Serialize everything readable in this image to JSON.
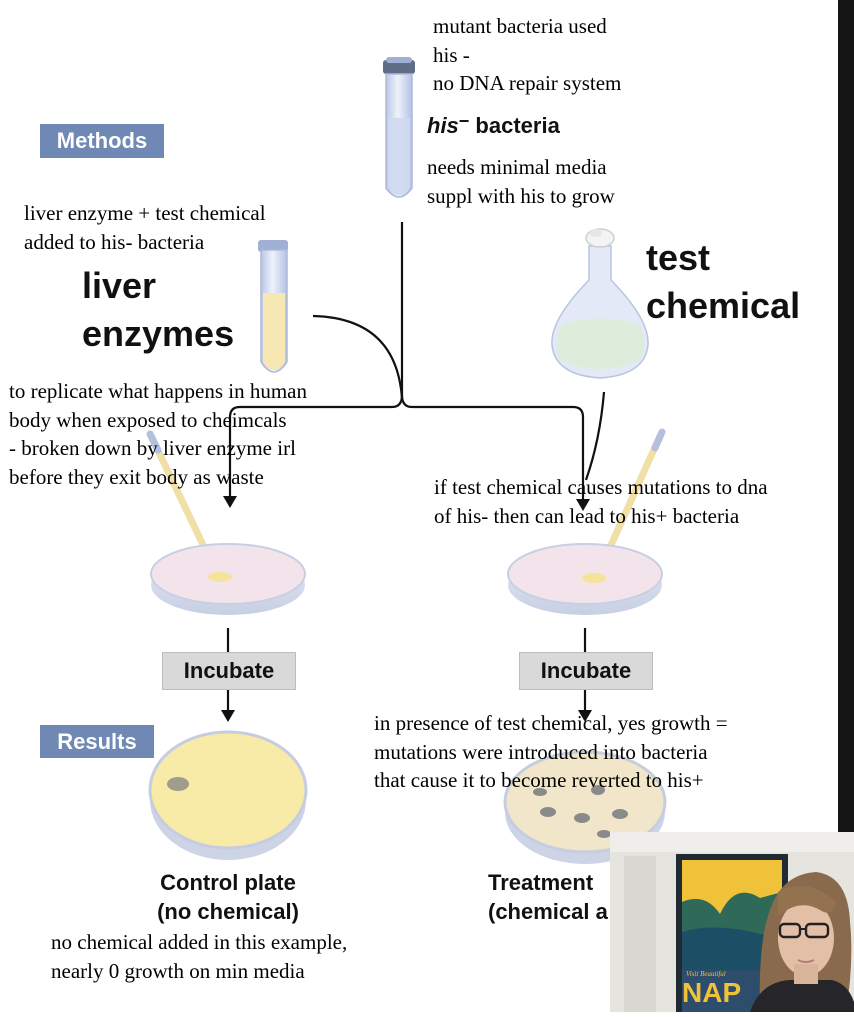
{
  "labels": {
    "methods": "Methods",
    "results": "Results",
    "incubate_left": "Incubate",
    "incubate_right": "Incubate"
  },
  "diagram": {
    "his_prefix": "his",
    "his_sup": "−",
    "bacteria_word": " bacteria",
    "liver_enzymes": "liver\nenzymes",
    "test_chemical": "test\nchemical",
    "control_caption": "Control plate\n(no chemical)",
    "treatment_caption": "Treatment\n(chemical a"
  },
  "notes": {
    "mutant": "mutant bacteria used\nhis -\nno DNA repair system",
    "needs_media": "needs minimal media\nsuppl with his to grow",
    "liver_added": "liver enzyme + test chemical\nadded to his- bacteria",
    "replicate": "to replicate what happens in human\nbody when exposed to cheimcals\n- broken down by liver enzyme irl\nbefore they exit body as waste",
    "mutations": "if test chemical causes mutations to dna\nof his- then can lead to his+ bacteria",
    "presence": "in presence of test chemical, yes growth =\nmutations were introduced into bacteria\nthat cause it to become reverted to his+",
    "no_chemical": "no chemical added in this example,\nnearly 0 growth on min media"
  },
  "webcam": {
    "poster_text": "NAP",
    "poster_small_text": "Visit Beautiful"
  },
  "colors": {
    "label_blue": "#6f88b4",
    "plate_pink": "#f1dfe6",
    "control_yellow": "#f8eba7",
    "tube_blue": "#dde4f3",
    "flask_green": "#dfeede"
  }
}
